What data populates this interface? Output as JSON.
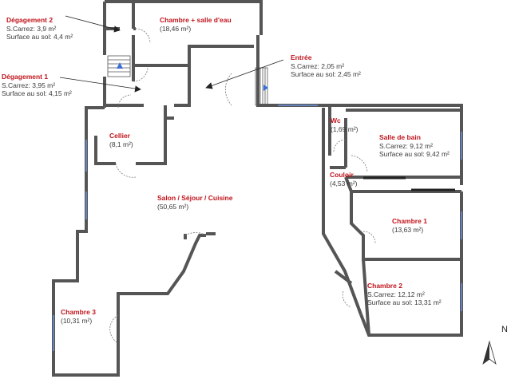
{
  "rooms": {
    "degagement2": {
      "name": "Dégagement 2",
      "l1": "S.Carrez: 3,9 m²",
      "l2": "Surface au sol: 4,4 m²"
    },
    "chambre_salle_eau": {
      "name": "Chambre + salle d'eau",
      "l1": "(18,46 m²)"
    },
    "degagement1": {
      "name": "Dégagement 1",
      "l1": "S.Carrez: 3,95 m²",
      "l2": "Surface au sol: 4,15 m²"
    },
    "entree": {
      "name": "Entrée",
      "l1": "S.Carrez: 2,05 m²",
      "l2": "Surface au sol: 2,45 m²"
    },
    "cellier": {
      "name": "Cellier",
      "l1": "(8,1 m²)"
    },
    "wc": {
      "name": "Wc",
      "l1": "(1,69 m²)"
    },
    "salle_de_bain": {
      "name": "Salle de bain",
      "l1": "S.Carrez: 9,12 m²",
      "l2": "Surface au sol: 9,42 m²"
    },
    "couloir": {
      "name": "Couloir",
      "l1": "(4,53 m²)"
    },
    "salon": {
      "name": "Salon / Séjour / Cuisine",
      "l1": "(50,65 m²)"
    },
    "chambre1": {
      "name": "Chambre 1",
      "l1": "(13,63 m²)"
    },
    "chambre2": {
      "name": "Chambre 2",
      "l1": "S.Carrez: 12,12 m²",
      "l2": "Surface au sol: 13,31 m²"
    },
    "chambre3": {
      "name": "Chambre 3",
      "l1": "(10,31 m²)"
    }
  },
  "compass": {
    "label": "N"
  },
  "colors": {
    "wall": "#555555",
    "label": "#c0141c",
    "window": "#6a8fd8",
    "text": "#3a3a3a"
  }
}
